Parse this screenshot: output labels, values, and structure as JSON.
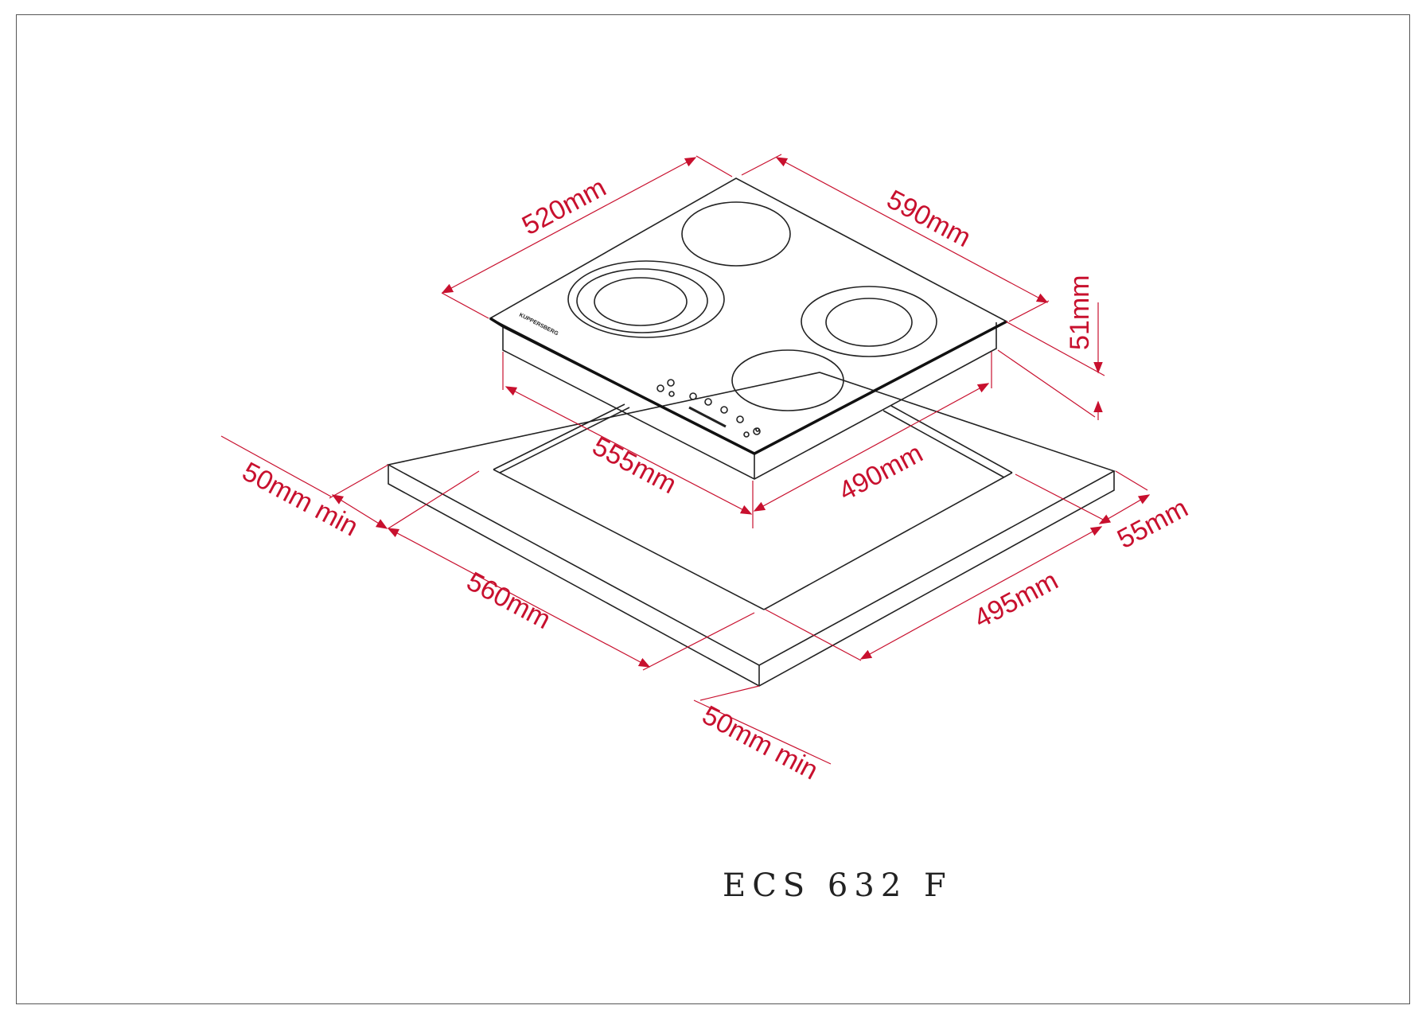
{
  "diagram": {
    "model": "ECS 632 F",
    "brand": "KUPPERSBERG",
    "colors": {
      "dimension": "#c8102e",
      "outline": "#222222"
    },
    "dimensions": {
      "top_width": "520mm",
      "top_depth": "590mm",
      "height": "51mm",
      "cutout_width": "555mm",
      "cutout_depth": "490mm",
      "counter_width": "560mm",
      "counter_depth": "495mm",
      "side_clearance": "55mm",
      "left_clearance": "50mm min",
      "front_clearance": "50mm min"
    }
  }
}
